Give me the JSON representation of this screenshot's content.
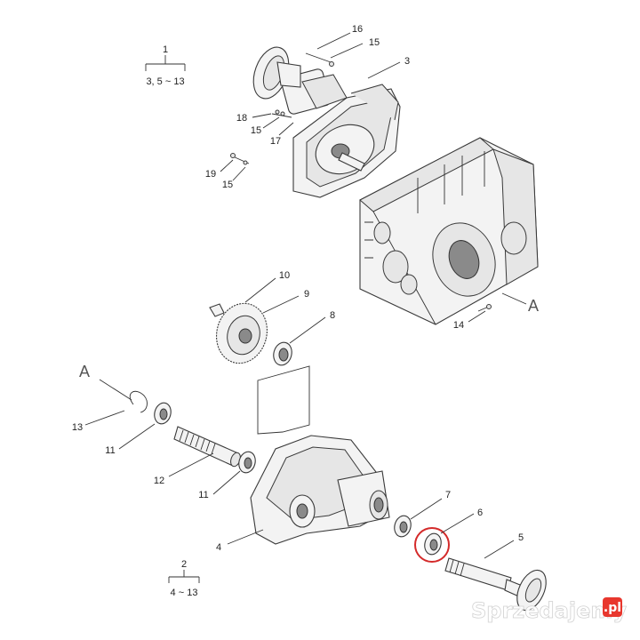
{
  "diagram": {
    "group_1": {
      "number": "1",
      "range": "3, 5 ~ 13"
    },
    "group_2": {
      "number": "2",
      "range": "4 ~ 13"
    },
    "callouts": {
      "p3": "3",
      "p4": "4",
      "p5": "5",
      "p6": "6",
      "p7": "7",
      "p8": "8",
      "p9": "9",
      "p10": "10",
      "p11a": "11",
      "p11b": "11",
      "p12": "12",
      "p13": "13",
      "p14": "14",
      "p15a": "15",
      "p15b": "15",
      "p15c": "15",
      "p16": "16",
      "p17": "17",
      "p18": "18",
      "p19": "19"
    },
    "ref_a_upper": "A",
    "ref_a_lower": "A",
    "highlight_color": "#d42a2a"
  },
  "watermark": {
    "text": "Sprzedajemy",
    "suffix": ".pl",
    "badge_color": "#e8372e"
  }
}
